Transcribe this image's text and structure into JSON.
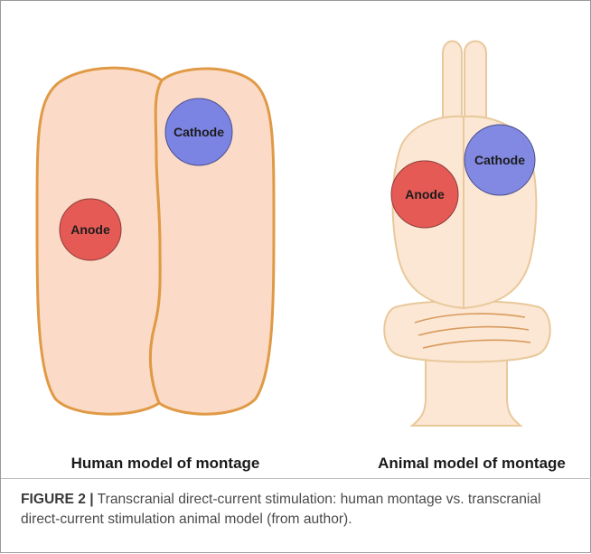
{
  "figure": {
    "caption_label": "FIGURE 2 |",
    "caption_text": " Transcranial direct-current stimulation: human montage vs. transcranial direct-current stimulation animal model (from author)."
  },
  "human_model": {
    "title": "Human model of montage",
    "anode_label": "Anode",
    "cathode_label": "Cathode"
  },
  "animal_model": {
    "title": "Animal model of montage",
    "anode_label": "Anode",
    "cathode_label": "Cathode"
  },
  "colors": {
    "human_brain_fill": "#fbdbc7",
    "human_brain_stroke": "#e09a45",
    "animal_brain_fill": "#fbe7d4",
    "animal_brain_stroke": "#e9c89b",
    "anode_fill": "#e55a55",
    "cathode_fill": "#7b84e3",
    "ridge_stroke": "#d99a5c"
  }
}
